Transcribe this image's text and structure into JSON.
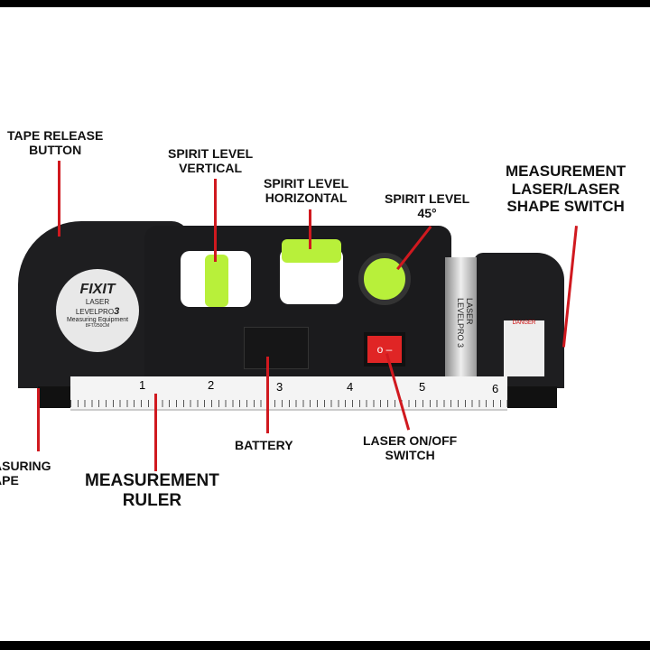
{
  "labels": {
    "tape_release": "TAPE RELEASE\nBUTTON",
    "spirit_vertical": "SPIRIT LEVEL\nVERTICAL",
    "spirit_horizontal": "SPIRIT LEVEL\nHORIZONTAL",
    "spirit_45": "SPIRIT LEVEL\n45°",
    "laser_switch": "MEASUREMENT\nLASER/LASER\nSHAPE SWITCH",
    "battery": "BATTERY",
    "laser_onoff": "LASER ON/OFF\nSWITCH",
    "measuring_tape": "ASURING\nAPE",
    "ruler": "MEASUREMENT\nRULER"
  },
  "device": {
    "brand": "FIXIT",
    "line1": "LASER",
    "model": "LEVELPRO",
    "model_num": "3",
    "desc": "Measuring Equipment",
    "size": "8FT/250CM",
    "side_label": "LASER\nLEVELPRO 3",
    "warning": "DANGER",
    "ruler_ticks": [
      "1",
      "2",
      "3",
      "4",
      "5",
      "6"
    ]
  },
  "colors": {
    "accent": "#d0191f",
    "body": "#1b1b1d",
    "bubble": "#b8f03a"
  }
}
